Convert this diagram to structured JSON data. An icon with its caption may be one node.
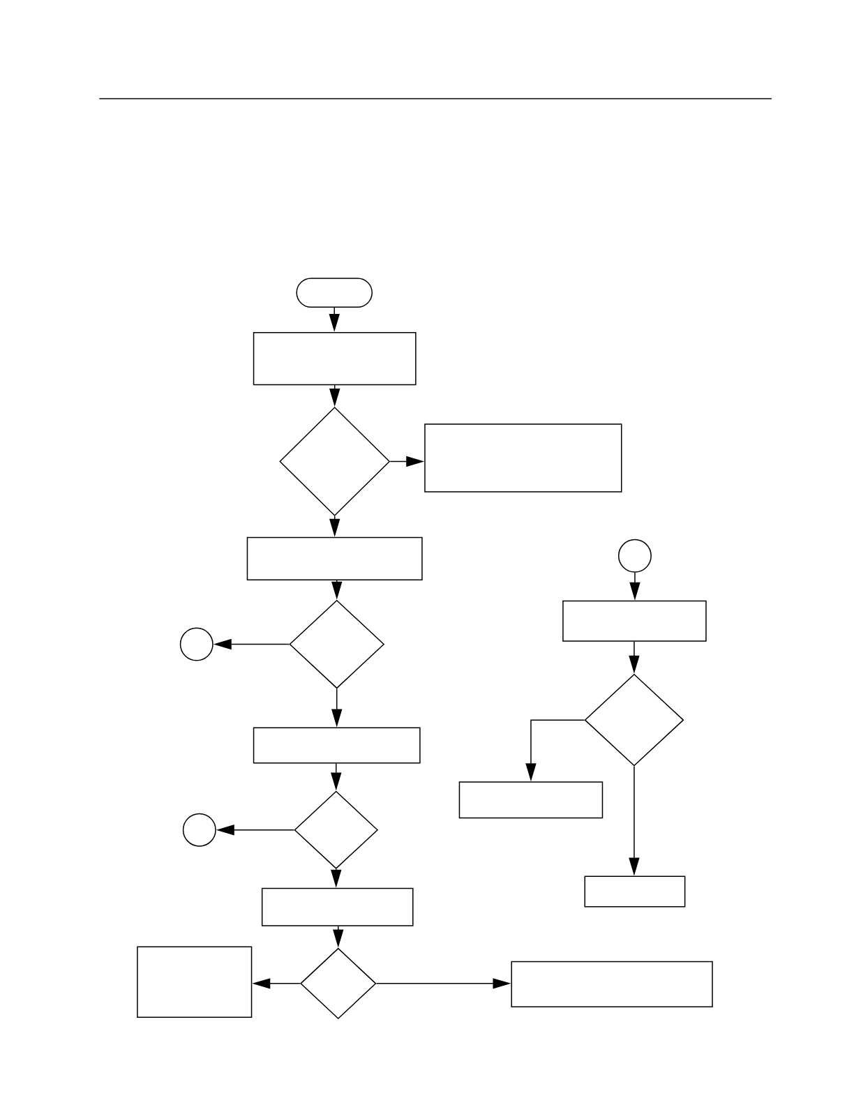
{
  "diagram": {
    "nodes": [
      {
        "text": [],
        "shape": "stadium"
      },
      {
        "text": [],
        "shape": "box"
      },
      {
        "text": [],
        "shape": "diamond"
      },
      {
        "text": [],
        "shape": "box"
      },
      {
        "text": [],
        "shape": "box"
      },
      {
        "text": [],
        "shape": "diamond"
      },
      {
        "text": [],
        "shape": "circle"
      },
      {
        "text": [],
        "shape": "box"
      },
      {
        "text": [],
        "shape": "diamond"
      },
      {
        "text": [],
        "shape": "circle"
      },
      {
        "text": [],
        "shape": "box"
      },
      {
        "text": [],
        "shape": "diamond"
      },
      {
        "text": [],
        "shape": "box"
      },
      {
        "text": [],
        "shape": "box"
      },
      {
        "text": [],
        "shape": "circle"
      },
      {
        "text": [],
        "shape": "box"
      },
      {
        "text": [],
        "shape": "diamond"
      },
      {
        "text": [],
        "shape": "box"
      },
      {
        "text": [],
        "shape": "box"
      }
    ],
    "edges": [
      {
        "from": 0,
        "to": 1,
        "arrow": "to"
      },
      {
        "from": 1,
        "to": 2,
        "arrow": "to"
      },
      {
        "from": 2,
        "to": 3,
        "arrow": "to"
      },
      {
        "from": 2,
        "to": 4,
        "arrow": "to"
      },
      {
        "from": 4,
        "to": 5,
        "arrow": "to"
      },
      {
        "from": 5,
        "to": 6,
        "arrow": "to"
      },
      {
        "from": 5,
        "to": 7,
        "arrow": "to"
      },
      {
        "from": 7,
        "to": 8,
        "arrow": "to"
      },
      {
        "from": 8,
        "to": 9,
        "arrow": "to"
      },
      {
        "from": 8,
        "to": 10,
        "arrow": "to"
      },
      {
        "from": 10,
        "to": 11,
        "arrow": "to"
      },
      {
        "from": 11,
        "to": 12,
        "arrow": "to"
      },
      {
        "from": 11,
        "to": 13,
        "arrow": "to"
      },
      {
        "from": 14,
        "to": 15,
        "arrow": "to"
      },
      {
        "from": 15,
        "to": 16,
        "arrow": "to"
      },
      {
        "from": 16,
        "to": 17,
        "arrow": "to"
      },
      {
        "from": 16,
        "to": 18,
        "arrow": "to"
      }
    ]
  }
}
